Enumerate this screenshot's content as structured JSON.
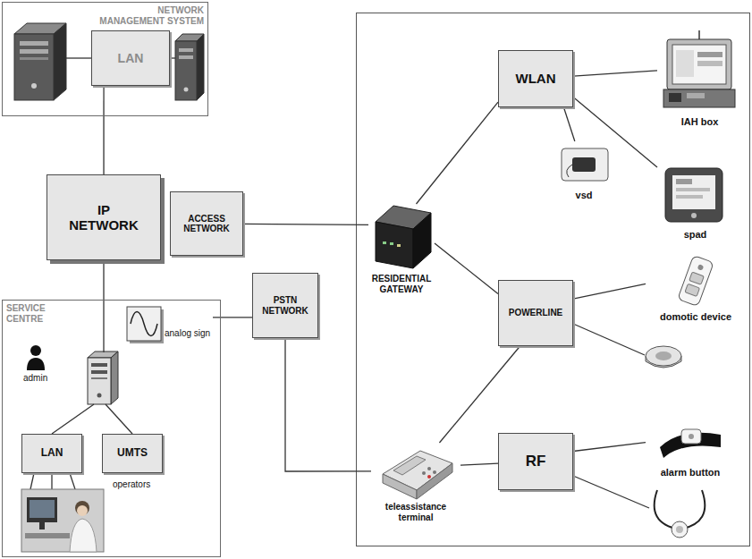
{
  "diagram": {
    "nodes": [
      {
        "text": [
          "NETWORK MANAGEMENT SYSTEM"
        ]
      },
      {
        "text": [
          "LAN"
        ],
        "in": 0
      },
      {
        "text": [
          "IP NETWORK"
        ]
      },
      {
        "text": [
          "ACCESS NETWORK"
        ]
      },
      {
        "text": [
          "SERVICE CENTRE"
        ]
      },
      {
        "text": [
          "analog sign"
        ],
        "in": 4
      },
      {
        "text": [
          "LAN"
        ],
        "in": 4
      },
      {
        "text": [
          "UMTS"
        ],
        "in": 4
      },
      {
        "text": [
          "PSTN NETWORK"
        ]
      },
      {
        "text": [
          "RESIDENTIAL GATEWAY"
        ]
      },
      {
        "text": [
          "WLAN"
        ]
      },
      {
        "text": [
          "IAH box"
        ]
      },
      {
        "text": [
          "vsd"
        ]
      },
      {
        "text": [
          "spad"
        ]
      },
      {
        "text": [
          "POWERLINE"
        ]
      },
      {
        "text": [
          "domotic device"
        ]
      },
      {
        "text": [
          "teleassistance terminal"
        ]
      },
      {
        "text": [
          "RF"
        ]
      },
      {
        "text": [
          "alarm button"
        ]
      }
    ],
    "edges": [
      {
        "from": 1,
        "to": 2,
        "arrow": "none"
      },
      {
        "from": 3,
        "to": 9,
        "arrow": "none"
      },
      {
        "from": 5,
        "to": 8,
        "arrow": "none"
      },
      {
        "from": 8,
        "to": 16,
        "arrow": "none"
      },
      {
        "from": 9,
        "to": 10,
        "arrow": "none"
      },
      {
        "from": 9,
        "to": 14,
        "arrow": "none"
      },
      {
        "from": 16,
        "to": 14,
        "arrow": "none"
      },
      {
        "from": 16,
        "to": 17,
        "arrow": "none"
      },
      {
        "from": 10,
        "to": 11,
        "arrow": "none"
      },
      {
        "from": 10,
        "to": 12,
        "arrow": "none"
      },
      {
        "from": 10,
        "to": 13,
        "arrow": "none"
      },
      {
        "from": 14,
        "to": 15,
        "arrow": "none"
      },
      {
        "from": 17,
        "to": 18,
        "arrow": "none"
      }
    ],
    "labels": [
      "admin",
      "operators"
    ]
  }
}
